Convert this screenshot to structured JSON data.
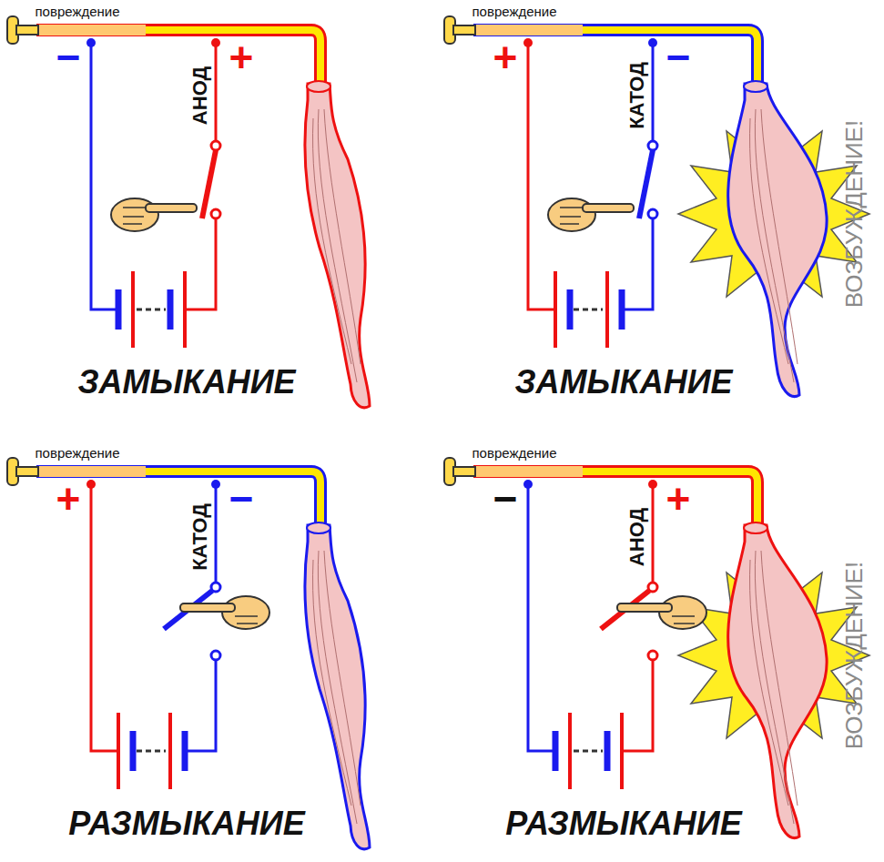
{
  "diagram": {
    "labels": [
      "повреждение",
      "−",
      "АНОД",
      "+",
      "ЗАМЫКАНИЕ",
      "повреждение",
      "+",
      "КАТОД",
      "−",
      "ВОЗБУЖДЕНИЕ!",
      "ЗАМЫКАНИЕ",
      "повреждение",
      "+",
      "КАТОД",
      "−",
      "РАЗМЫКАНИЕ",
      "повреждение",
      "−",
      "АНОД",
      "+",
      "ВОЗБУЖДЕНИЕ!",
      "РАЗМЫКАНИЕ"
    ]
  }
}
